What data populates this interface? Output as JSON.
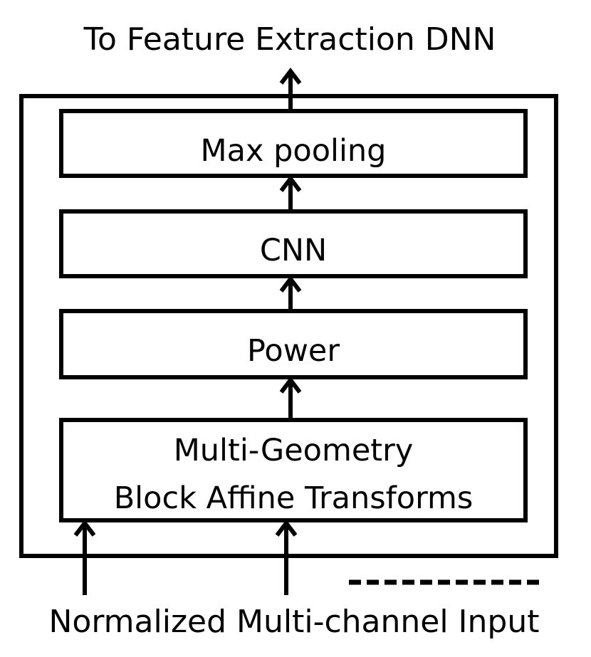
{
  "diagram": {
    "output_label": "To Feature Extraction DNN",
    "input_label": "Normalized Multi-channel Input",
    "blocks": [
      {
        "id": "max-pooling",
        "label": "Max pooling"
      },
      {
        "id": "cnn",
        "label": "CNN"
      },
      {
        "id": "power",
        "label": "Power"
      },
      {
        "id": "multi-geometry",
        "lines": [
          "Multi-Geometry",
          "Block Affine Transforms"
        ]
      }
    ],
    "dashed_line": true
  }
}
